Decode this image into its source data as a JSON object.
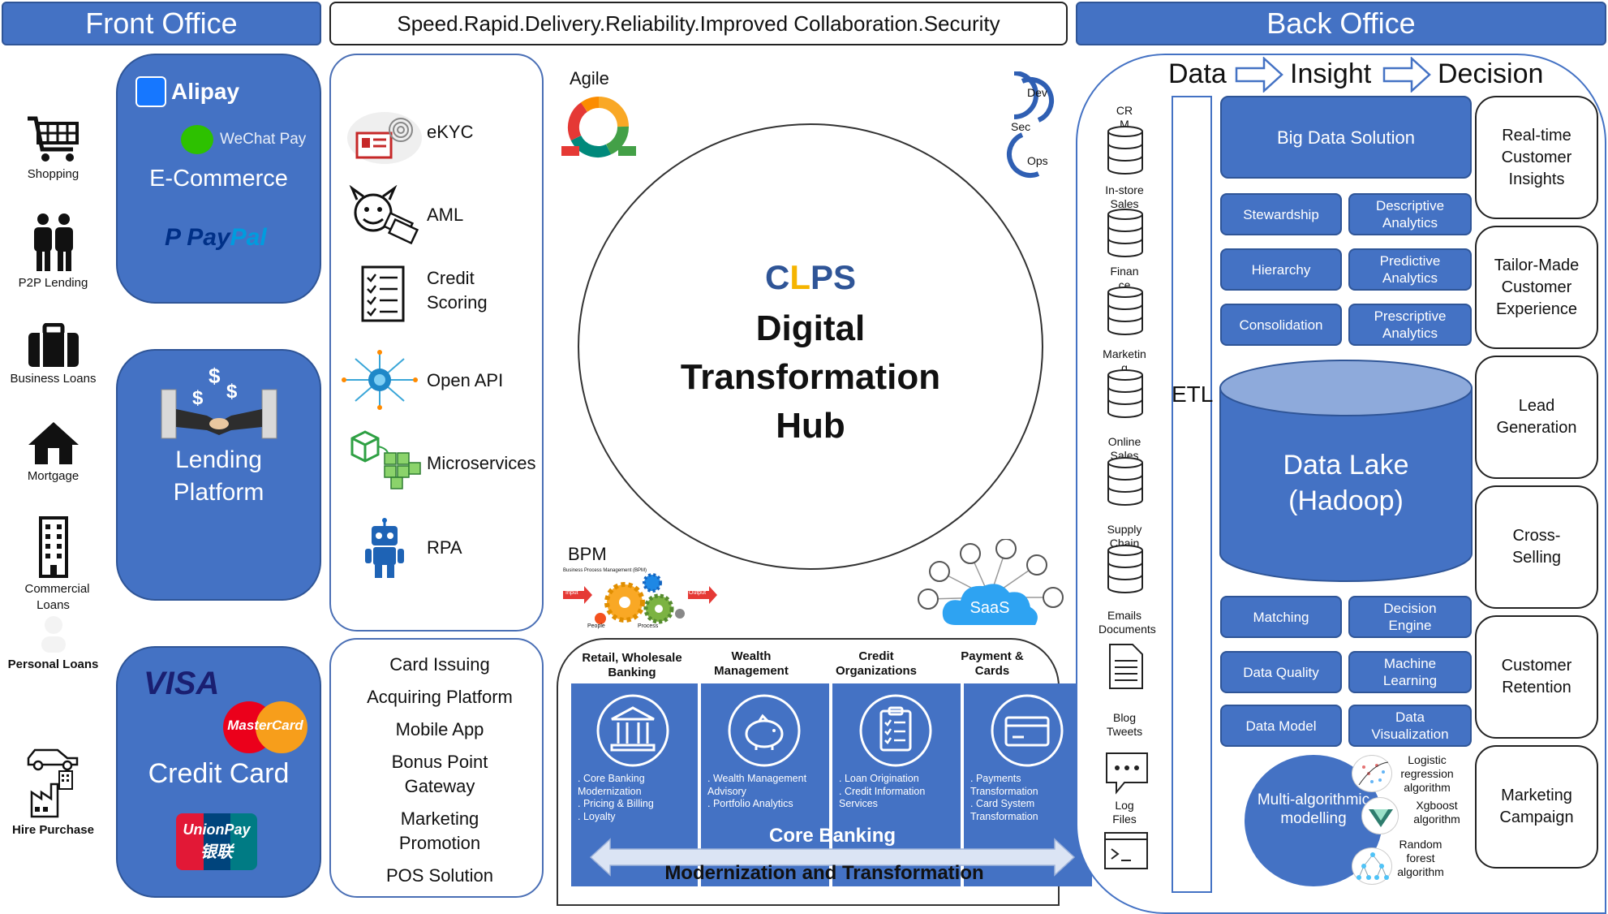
{
  "header": {
    "front_office": "Front Office",
    "tagline": "Speed.Rapid.Delivery.Reliability.Improved  Collaboration.Security",
    "back_office": "Back Office"
  },
  "front_office": {
    "items": [
      {
        "label": "Shopping",
        "icon": "shopping-cart-icon"
      },
      {
        "label": "P2P Lending",
        "icon": "people-icon"
      },
      {
        "label": "Business Loans",
        "icon": "briefcase-icon"
      },
      {
        "label": "Mortgage",
        "icon": "house-icon"
      },
      {
        "label": "Commercial Loans",
        "icon": "building-icon"
      },
      {
        "label": "Personal Loans",
        "icon": "person-icon"
      },
      {
        "label": "Hire Purchase",
        "icon": "car-factory-icon"
      }
    ],
    "ecommerce": {
      "alipay": "Alipay",
      "wechat": "WeChat Pay",
      "label": "E-Commerce",
      "paypal_a": "Pay",
      "paypal_b": "Pal"
    },
    "lending": {
      "line1": "Lending",
      "line2": "Platform"
    },
    "credit_card": {
      "visa": "VISA",
      "mastercard": "MasterCard",
      "label": "Credit Card",
      "unionpay": "UnionPay",
      "unionpay_cn": "银联"
    }
  },
  "services": [
    {
      "label": "eKYC",
      "icon": "fingerprint-id-icon"
    },
    {
      "label": "AML",
      "icon": "devil-money-icon"
    },
    {
      "label": "Credit Scoring",
      "line1": "Credit",
      "line2": "Scoring",
      "icon": "checklist-icon"
    },
    {
      "label": "Open API",
      "icon": "api-network-icon"
    },
    {
      "label": "Microservices",
      "icon": "cubes-icon"
    },
    {
      "label": "RPA",
      "icon": "robot-icon"
    }
  ],
  "channels": [
    "Card Issuing",
    "Acquiring Platform",
    "Mobile App",
    "Bonus Point Gateway",
    "Marketing Promotion",
    "POS Solution"
  ],
  "hub": {
    "agile": "Agile",
    "devsecops": [
      "Dev",
      "Sec",
      "Ops"
    ],
    "brand_c": "C",
    "brand_l": "L",
    "brand_ps": "PS",
    "title_lines": [
      "Digital",
      "Transformation",
      "Hub"
    ],
    "bpm": "BPM",
    "bpm_caption": "Business Process Management (BPM)",
    "bpm_input": "Input",
    "bpm_output": "Output",
    "bpm_people": "People",
    "bpm_process": "Process",
    "saas": "SaaS"
  },
  "core_banking": {
    "columns": [
      {
        "title": "Retail, Wholesale Banking",
        "desc": [
          ". Core Banking Modernization",
          ". Pricing & Billing",
          ". Loyalty"
        ],
        "icon": "bank-icon"
      },
      {
        "title": "Wealth Management",
        "desc": [
          ". Wealth Management Advisory",
          ". Portfolio Analytics"
        ],
        "icon": "piggy-bank-icon"
      },
      {
        "title": "Credit Organizations",
        "desc": [
          ". Loan Origination",
          ". Credit Information Services"
        ],
        "icon": "clipboard-icon"
      },
      {
        "title": "Payment & Cards",
        "desc": [
          ". Payments Transformation",
          ". Card System Transformation"
        ],
        "icon": "card-icon"
      }
    ],
    "core_label": "Core Banking",
    "bottom_label": "Modernization and Transformation"
  },
  "back_office": {
    "flow": [
      "Data",
      "Insight",
      "Decision"
    ],
    "etl": "ETL",
    "sources": [
      {
        "label": "CRM",
        "kind": "db"
      },
      {
        "label": "In-store Sales",
        "kind": "db"
      },
      {
        "label": "Finance",
        "kind": "db"
      },
      {
        "label": "Marketing",
        "kind": "db"
      },
      {
        "label": "Online Sales",
        "kind": "db"
      },
      {
        "label": "Supply Chain",
        "kind": "db"
      },
      {
        "label": "Emails Documents",
        "kind": "doc"
      },
      {
        "label": "Blog Tweets",
        "kind": "chat"
      },
      {
        "label": "Log Files",
        "kind": "terminal"
      }
    ],
    "big_data": "Big Data Solution",
    "top_pills": [
      [
        "Stewardship",
        "Descriptive Analytics"
      ],
      [
        "Hierarchy",
        "Predictive Analytics"
      ],
      [
        "Consolidation",
        "Prescriptive Analytics"
      ]
    ],
    "data_lake_line1": "Data Lake",
    "data_lake_line2": "(Hadoop)",
    "bottom_pills": [
      [
        "Matching",
        "Decision Engine"
      ],
      [
        "Data Quality",
        "Machine Learning"
      ],
      [
        "Data Model",
        "Data Visualization"
      ]
    ],
    "multi_algo": "Multi-algorithmic modelling",
    "algorithms": [
      "Logistic regression algorithm",
      "Xgboost algorithm",
      "Random forest algorithm"
    ],
    "outcomes": [
      "Real-time Customer Insights",
      "Tailor-Made Customer Experience",
      "Lead Generation",
      "Cross-Selling",
      "Customer Retention",
      "Marketing Campaign"
    ]
  },
  "colors": {
    "brand_blue": "#4472c4",
    "dark_blue": "#2f5597",
    "accent_yellow": "#f5b400"
  }
}
